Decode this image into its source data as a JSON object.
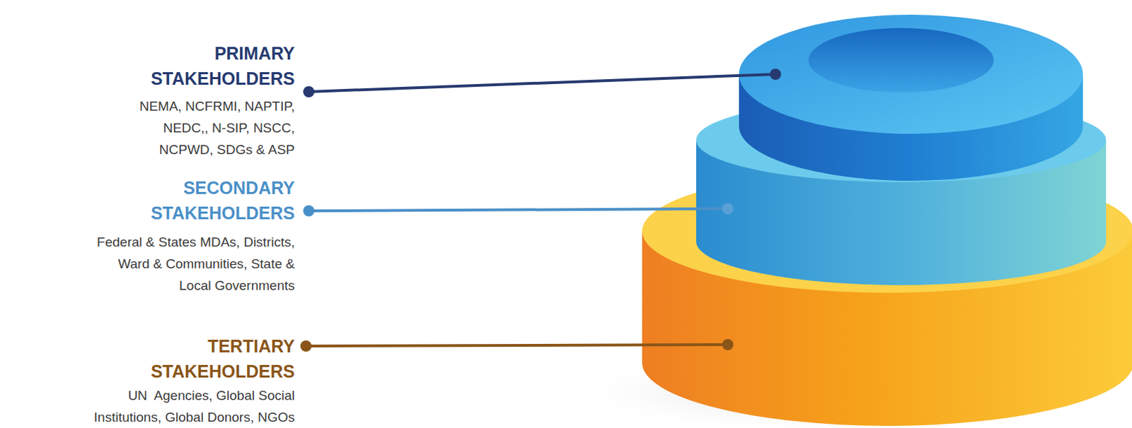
{
  "diagram": {
    "labels": [
      "PRIMARY STAKEHOLDERS",
      "NEMA, NCFRMI, NAPTIP, NEDC,, N-SIP, NSCC, NCPWD, SDGs & ASP",
      "SECONDARY STAKEHOLDERS",
      "Federal & States MDAs, Districts, Ward & Communities, State & Local Governments",
      "TERTIARY STAKEHOLDERS",
      "UN  Agencies, Global Social Institutions, Global Donors, NGOs"
    ]
  }
}
